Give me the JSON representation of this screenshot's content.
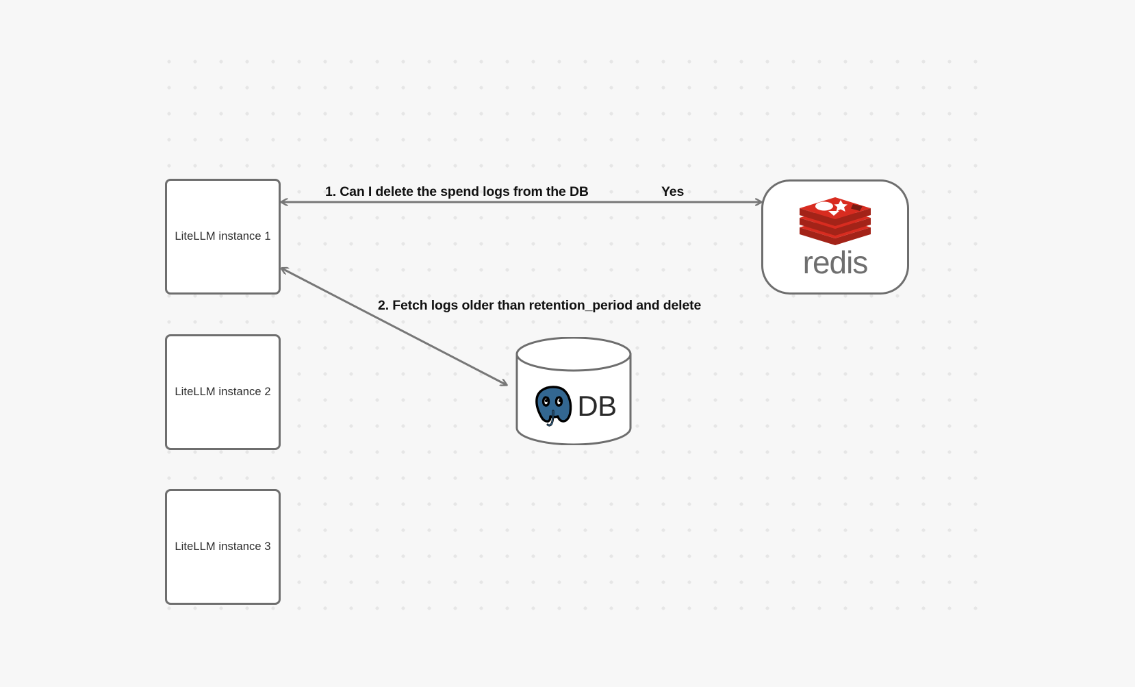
{
  "diagram": {
    "background_color": "#f7f7f7",
    "grid_dot_color": "#e6e6e6",
    "node_border_color": "#6e6e6e",
    "edge_color": "#777777",
    "nodes": [
      {
        "id": "litellm-1",
        "label": "LiteLLM instance 1"
      },
      {
        "id": "litellm-2",
        "label": "LiteLLM instance 2"
      },
      {
        "id": "litellm-3",
        "label": "LiteLLM instance 3"
      },
      {
        "id": "redis",
        "label": "redis",
        "icon": "redis-logo-icon",
        "accent_color": "#d82c20"
      },
      {
        "id": "db",
        "label": "DB",
        "icon": "postgresql-elephant-icon",
        "accent_color": "#336791"
      }
    ],
    "edges": [
      {
        "id": "edge-litellm1-redis",
        "from": "litellm-1",
        "to": "redis",
        "label": "1.  Can I delete the spend logs from the DB",
        "reply_label": "Yes",
        "arrowheads": "both"
      },
      {
        "id": "edge-litellm1-db",
        "from": "litellm-1",
        "to": "db",
        "label": "2.  Fetch logs older than retention_period and delete",
        "arrowheads": "both"
      }
    ]
  }
}
